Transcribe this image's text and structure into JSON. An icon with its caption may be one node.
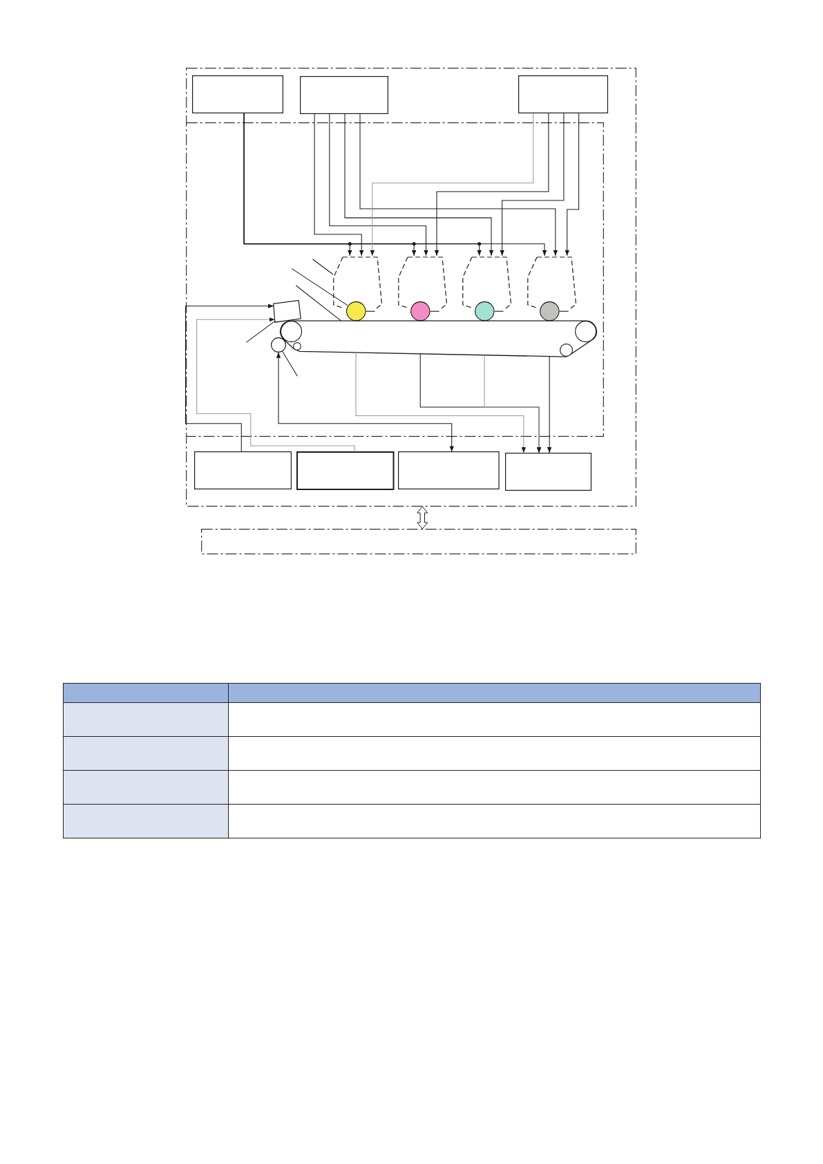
{
  "diagram": {
    "nodes": [
      {
        "text": [],
        "shape": "box"
      },
      {
        "text": [],
        "shape": "box",
        "in": 0
      },
      {
        "text": [],
        "shape": "box",
        "in": 0
      },
      {
        "text": [],
        "shape": "box",
        "in": 0
      },
      {
        "text": [],
        "shape": "box",
        "in": 0
      },
      {
        "text": [],
        "shape": "polygon",
        "in": 4
      },
      {
        "text": [],
        "shape": "circle",
        "in": 4
      },
      {
        "text": [],
        "shape": "polygon",
        "in": 4
      },
      {
        "text": [],
        "shape": "circle",
        "in": 4
      },
      {
        "text": [],
        "shape": "polygon",
        "in": 4
      },
      {
        "text": [],
        "shape": "circle",
        "in": 4
      },
      {
        "text": [],
        "shape": "polygon",
        "in": 4
      },
      {
        "text": [],
        "shape": "circle",
        "in": 4
      },
      {
        "text": [],
        "shape": "box",
        "in": 4
      },
      {
        "text": [],
        "shape": "belt",
        "in": 4
      },
      {
        "text": [],
        "shape": "circle",
        "in": 14
      },
      {
        "text": [],
        "shape": "circle",
        "in": 14
      },
      {
        "text": [],
        "shape": "circle",
        "in": 14
      },
      {
        "text": [],
        "shape": "circle",
        "in": 14
      },
      {
        "text": [],
        "shape": "circle",
        "in": 4
      },
      {
        "text": [],
        "shape": "box",
        "in": 0
      },
      {
        "text": [],
        "shape": "box",
        "in": 0
      },
      {
        "text": [],
        "shape": "box",
        "in": 0
      },
      {
        "text": [],
        "shape": "box",
        "in": 0
      },
      {
        "text": [],
        "shape": "box"
      }
    ],
    "edges": [
      {
        "from": 1,
        "to": 5,
        "arrow": "to"
      },
      {
        "from": 1,
        "to": 7,
        "arrow": "to"
      },
      {
        "from": 1,
        "to": 9,
        "arrow": "to"
      },
      {
        "from": 1,
        "to": 11,
        "arrow": "to"
      },
      {
        "from": 2,
        "to": 5,
        "arrow": "to"
      },
      {
        "from": 2,
        "to": 7,
        "arrow": "to"
      },
      {
        "from": 2,
        "to": 9,
        "arrow": "to"
      },
      {
        "from": 2,
        "to": 11,
        "arrow": "to"
      },
      {
        "from": 3,
        "to": 5,
        "arrow": "to",
        "color": "#999999"
      },
      {
        "from": 3,
        "to": 7,
        "arrow": "to"
      },
      {
        "from": 3,
        "to": 9,
        "arrow": "to"
      },
      {
        "from": 3,
        "to": 11,
        "arrow": "to"
      },
      {
        "from": 20,
        "to": 13,
        "arrow": "to"
      },
      {
        "from": 21,
        "to": 13,
        "arrow": "to",
        "color": "#999999"
      },
      {
        "from": 14,
        "to": 23,
        "arrow": "to",
        "color": "#999999"
      },
      {
        "from": 14,
        "to": 23,
        "arrow": "to"
      },
      {
        "from": 14,
        "to": 23,
        "arrow": "to",
        "color": "#999999"
      },
      {
        "from": 14,
        "to": 23,
        "arrow": "to"
      },
      {
        "from": 19,
        "to": 22,
        "arrow": "both"
      },
      {
        "from": 0,
        "to": 24,
        "arrow": "both",
        "style": "thick"
      },
      {
        "from": null,
        "to": 5,
        "arrow": "none"
      },
      {
        "from": null,
        "to": 6,
        "arrow": "none"
      },
      {
        "from": null,
        "to": 14,
        "arrow": "none"
      },
      {
        "from": null,
        "to": 13,
        "arrow": "none"
      },
      {
        "from": null,
        "to": 19,
        "arrow": "none"
      }
    ]
  }
}
